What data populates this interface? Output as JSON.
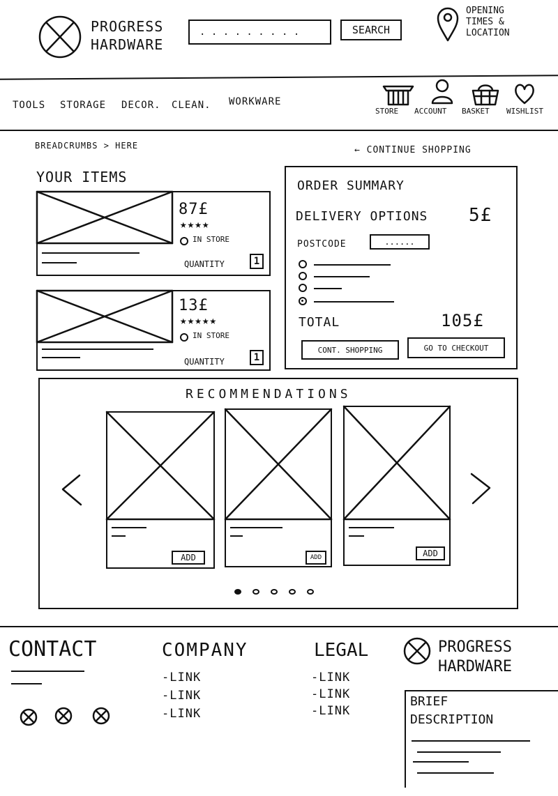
{
  "header": {
    "brand_line1": "PROGRESS",
    "brand_line2": "HARDWARE",
    "search_placeholder": ". . . . . . . . .",
    "search_button": "SEARCH",
    "opening_line1": "OPENING",
    "opening_line2": "TIMES &",
    "opening_line3": "LOCATION"
  },
  "nav": {
    "categories": [
      {
        "label": "TOOLS"
      },
      {
        "label": "STORAGE"
      },
      {
        "label": "DECOR."
      },
      {
        "label": "CLEAN."
      },
      {
        "label": "WORKWARE"
      }
    ],
    "icons": [
      {
        "label": "STORE",
        "icon": "store-icon"
      },
      {
        "label": "ACCOUNT",
        "icon": "account-icon"
      },
      {
        "label": "BASKET",
        "icon": "basket-icon"
      },
      {
        "label": "WISHLIST",
        "icon": "heart-icon"
      }
    ]
  },
  "breadcrumbs": "BREADCRUMBS > HERE",
  "continue_shopping_link": "← CONTINUE SHOPPING",
  "your_items": {
    "title": "YOUR ITEMS",
    "items": [
      {
        "price": "87£",
        "stars": "★★★★",
        "stock": "IN STORE",
        "quantity_label": "QUANTITY",
        "quantity": "1"
      },
      {
        "price": "13£",
        "stars": "★★★★★",
        "stock": "IN STORE",
        "quantity_label": "QUANTITY",
        "quantity": "1"
      }
    ]
  },
  "order_summary": {
    "title": "ORDER SUMMARY",
    "delivery_label": "DELIVERY OPTIONS",
    "delivery_price": "5£",
    "postcode_label": "POSTCODE",
    "postcode_placeholder": "......",
    "total_label": "TOTAL",
    "total_value": "105£",
    "cont_shopping_button": "CONT. SHOPPING",
    "checkout_button": "GO TO CHECKOUT"
  },
  "recommendations": {
    "title": "RECOMMENDATIONS",
    "add_label": "ADD",
    "prev_icon": "chevron-left-icon",
    "next_icon": "chevron-right-icon",
    "dots_count": 5,
    "active_dot": 0
  },
  "footer": {
    "contact_title": "CONTACT",
    "company_title": "COMPANY",
    "legal_title": "LEGAL",
    "link_label": "-LINK",
    "brand_line1": "PROGRESS",
    "brand_line2": "HARDWARE",
    "brief_line1": "BRIEF",
    "brief_line2": "DESCRIPTION"
  }
}
